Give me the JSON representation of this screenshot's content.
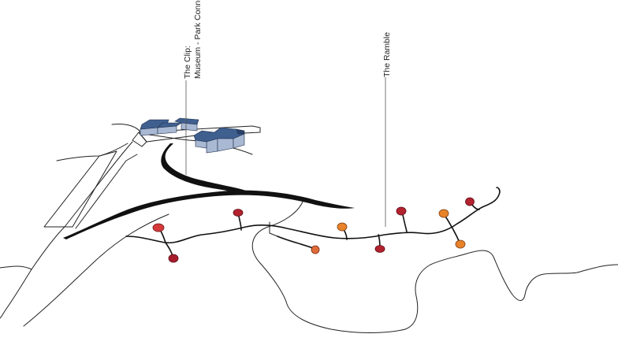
{
  "labels": {
    "clip_line1": "The Clip:",
    "clip_line2": "Museum - Park Connec",
    "ramble": "The Ramble"
  },
  "colors": {
    "background": "#ffffff",
    "ink": "#111111",
    "building_roof": "#3f5f8f",
    "building_wall": "#a9b8d3",
    "pin_red": "#c0392b",
    "pin_dark_red": "#a61c2c",
    "pin_orange": "#e67e22"
  },
  "icons": {
    "pin": "map-pin-icon",
    "building": "museum-building-icon"
  }
}
